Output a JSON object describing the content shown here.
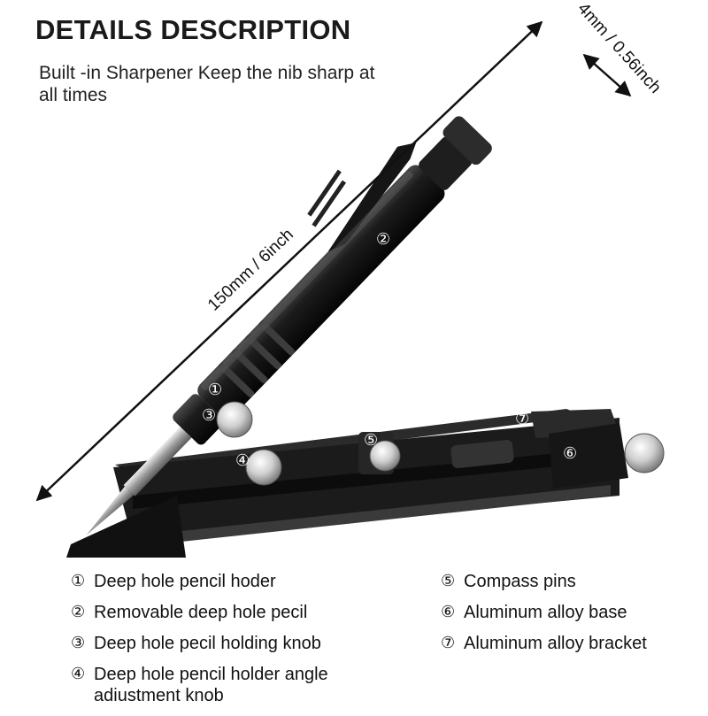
{
  "header": {
    "title": "DETAILS DESCRIPTION",
    "subtitle": "Built -in Sharpener Keep the nib sharp at all times"
  },
  "dimensions": {
    "length": "150mm / 6inch",
    "diameter": "4mm / 0.56inch"
  },
  "callouts": [
    "①",
    "②",
    "③",
    "④",
    "⑤",
    "⑥",
    "⑦"
  ],
  "legend": {
    "left": [
      {
        "num": "①",
        "text": "Deep hole pencil hoder"
      },
      {
        "num": "②",
        "text": "Removable deep hole pecil"
      },
      {
        "num": "③",
        "text": "Deep hole pecil holding knob"
      },
      {
        "num": "④",
        "text": "Deep hole pencil holder angle adiustment knob"
      }
    ],
    "right": [
      {
        "num": "⑤",
        "text": "Compass pins"
      },
      {
        "num": "⑥",
        "text": "Aluminum alloy base"
      },
      {
        "num": "⑦",
        "text": "Aluminum alloy bracket"
      }
    ]
  },
  "colors": {
    "body": "#141414",
    "metal": "#b8b8b8",
    "accent": "#2a2a2a"
  }
}
